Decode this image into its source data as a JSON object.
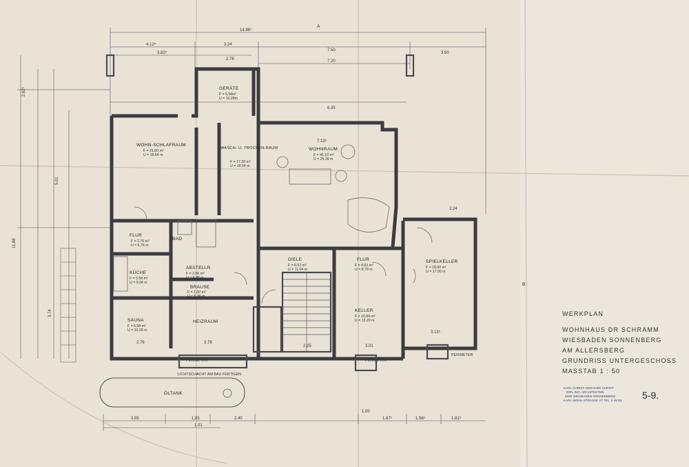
{
  "dims": {
    "total_width": "14.86⁵",
    "d_412": "4.12⁵",
    "d_324": "3.24",
    "d_750": "7.50",
    "d_350": "3.50",
    "d_382": "3.82⁵",
    "d_276": "2.76",
    "d_720": "7.20",
    "d_2625": "2.62⁵",
    "d_1188": "11.88",
    "d_501": "5.01",
    "d_374": "3.74",
    "bottom": [
      "3.85",
      "1.85",
      "2.40",
      "1.00",
      "1.67⁵",
      "1.56⁵",
      "1.81⁵"
    ],
    "bottom_1": "1.01",
    "inner_276": "2.76",
    "inner_378": "3.78",
    "inner_225": "2.25",
    "inner_301": "3.01",
    "inner_313": "3.13⁵",
    "inner_713": "7.13⁵",
    "inner_224": "2.24",
    "inner_635": "6.35"
  },
  "rooms": {
    "geraete": {
      "name": "GERÄTE",
      "f": "F = 6.58m²",
      "u": "U = 10.28m"
    },
    "wohn_schlaf": {
      "name": "WOHN-SCHLAFRAUM",
      "f": "F = 21.00 m²",
      "u": "U = 18.64 m"
    },
    "wasch": {
      "name": "WASCH- U. TROCKEN-RAUM",
      "f": "F = 17.20 m²",
      "u": "U = 18.64 m"
    },
    "wohnraum": {
      "name": "WOHNRAUM",
      "f": "F = 41.10 m²",
      "u": "U = 25.28 m"
    },
    "flur_left": {
      "name": "FLUR",
      "f": "F = 2.76 m²",
      "u": "U = 6.76 m"
    },
    "bad": {
      "name": "BAD"
    },
    "kueche": {
      "name": "KÜCHE",
      "f": "F = 5.58 m²",
      "u": "U = 9.04 m"
    },
    "abstell": {
      "name": "ABSTELLR.",
      "f": "F = 2.06 m²",
      "u": "U = 5.88 m"
    },
    "brause": {
      "name": "BRAUSE",
      "f": "F = 1.60 m²",
      "u": "U = 5.36 m"
    },
    "sauna": {
      "name": "SAUNA",
      "f": "F = 6.58 m²",
      "u": "U = 10.28 m"
    },
    "heizraum": {
      "name": "HEIZRAUM"
    },
    "diele": {
      "name": "DIELE",
      "f": "F = 6.52 m²",
      "u": "U = 11.04 m"
    },
    "flur_mid": {
      "name": "FLUR",
      "f": "F = 4.03 m²",
      "u": "U = 8.79 m"
    },
    "keller": {
      "name": "KELLER",
      "f": "F = 10.84 m²",
      "u": "U = 13.20 m"
    },
    "spielkeller": {
      "name": "SPIELKELLER",
      "f": "F = 18.00 m²",
      "u": "U = 17.00 m"
    },
    "oeltank": {
      "name": "ÖLTANK"
    }
  },
  "notes": {
    "lichtschacht": "LICHTSCHACHT AM BAU FERTIGEN",
    "perimeter": "PERIMETER",
    "section_a": "A",
    "section_b": "B"
  },
  "title_block": {
    "line1": "WERKPLAN",
    "line2": "WOHNHAUS  DR SCHRAMM",
    "line3": "WIESBADEN  SONNENBERG",
    "line4": "AM  ALLERSBERG",
    "line5": "GRUNDRISS  UNTERGESCHOSS",
    "line6": "MASSTAB    1 : 50"
  },
  "architect": {
    "name": "KARL CHRIST  GERHARD CHRIST",
    "title": "DIPL.ING. ARCHITEKTEN",
    "city": "6200 WIESBADEN-SONNENBERG",
    "street": "KARL-WOHL-STRASSE 27  TEL.  5 46 93"
  },
  "handwritten": "5-9."
}
